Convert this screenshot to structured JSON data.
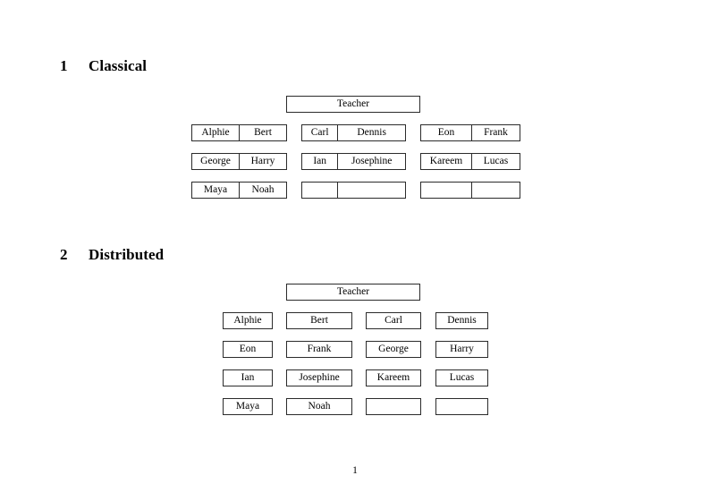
{
  "document": {
    "page_number": "1"
  },
  "sections": [
    {
      "number": "1",
      "title": "Classical",
      "root": {
        "label": "Teacher"
      },
      "groups": [
        {
          "rows": [
            [
              "Alphie",
              "Bert"
            ],
            [
              "George",
              "Harry"
            ],
            [
              "Maya",
              "Noah"
            ]
          ]
        },
        {
          "rows": [
            [
              "Carl",
              "Dennis"
            ],
            [
              "Ian",
              "Josephine"
            ],
            [
              "",
              ""
            ]
          ]
        },
        {
          "rows": [
            [
              "Eon",
              "Frank"
            ],
            [
              "Kareem",
              "Lucas"
            ],
            [
              "",
              ""
            ]
          ]
        }
      ]
    },
    {
      "number": "2",
      "title": "Distributed",
      "root": {
        "label": "Teacher"
      },
      "rows": [
        [
          "Alphie",
          "Bert",
          "Carl",
          "Dennis"
        ],
        [
          "Eon",
          "Frank",
          "George",
          "Harry"
        ],
        [
          "Ian",
          "Josephine",
          "Kareem",
          "Lucas"
        ],
        [
          "Maya",
          "Noah",
          "",
          ""
        ]
      ]
    }
  ]
}
